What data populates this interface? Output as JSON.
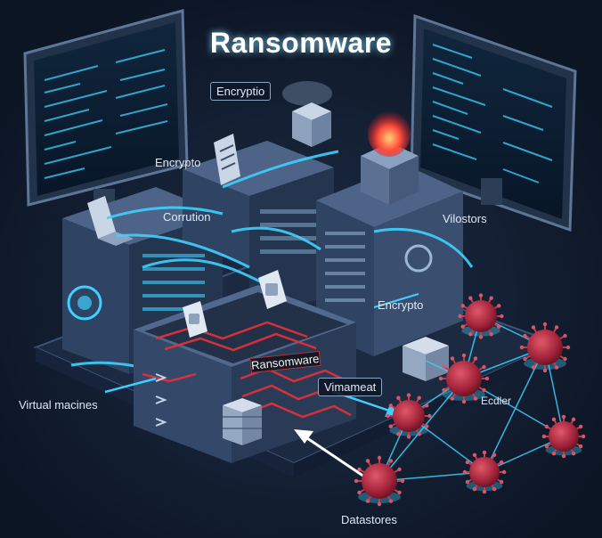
{
  "title": "Ransomware",
  "labels": {
    "encryption_top": "Encryptio",
    "encrypto_left": "Encrypto",
    "corruption": "Corrution",
    "vilostors": "Vilostors",
    "encrypto_right": "Encrypto",
    "ransomware_inner": "Ransomware",
    "vimameat": "Vimameat",
    "virtual_machines": "Virtual macines",
    "ecdler": "Ecdler",
    "datastores": "Datastores"
  },
  "colors": {
    "background": "#0f1a2b",
    "server": "#3a4e6c",
    "neon": "#3fd0ff",
    "alert_red": "#e0303a",
    "virus": "#b8303e"
  }
}
